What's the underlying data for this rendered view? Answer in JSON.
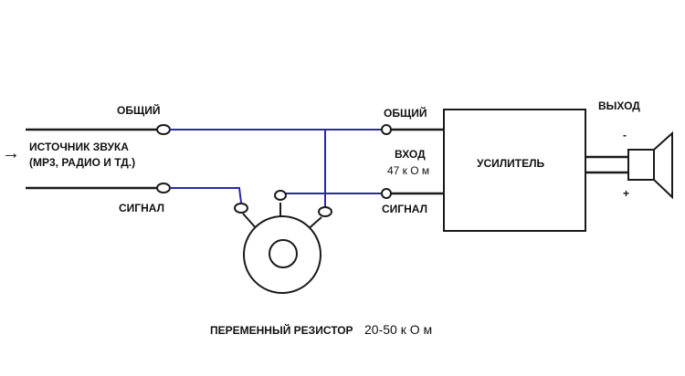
{
  "source": {
    "common_label": "ОБЩИЙ",
    "arrow_glyph": "→",
    "name_line1": "ИСТОЧНИК ЗВУКА",
    "name_line2": "(МР3, РАДИО И ТД.)",
    "signal_label": "СИГНАЛ"
  },
  "amplifier": {
    "title": "УСИЛИТЕЛЬ",
    "common_label": "ОБЩИЙ",
    "input_label": "ВХОД",
    "impedance_label": "47 к О м",
    "signal_label": "СИГНАЛ",
    "output_label": "ВЫХОД",
    "minus_sign": "-",
    "plus_sign": "+"
  },
  "resistor": {
    "caption": "ПЕРЕМЕННЫЙ РЕЗИСТОР",
    "caption_value": "20-50 к О м"
  },
  "colors": {
    "wire_black": "#1a1a1a",
    "wire_blue": "#2a2aa8",
    "background": "#ffffff"
  }
}
